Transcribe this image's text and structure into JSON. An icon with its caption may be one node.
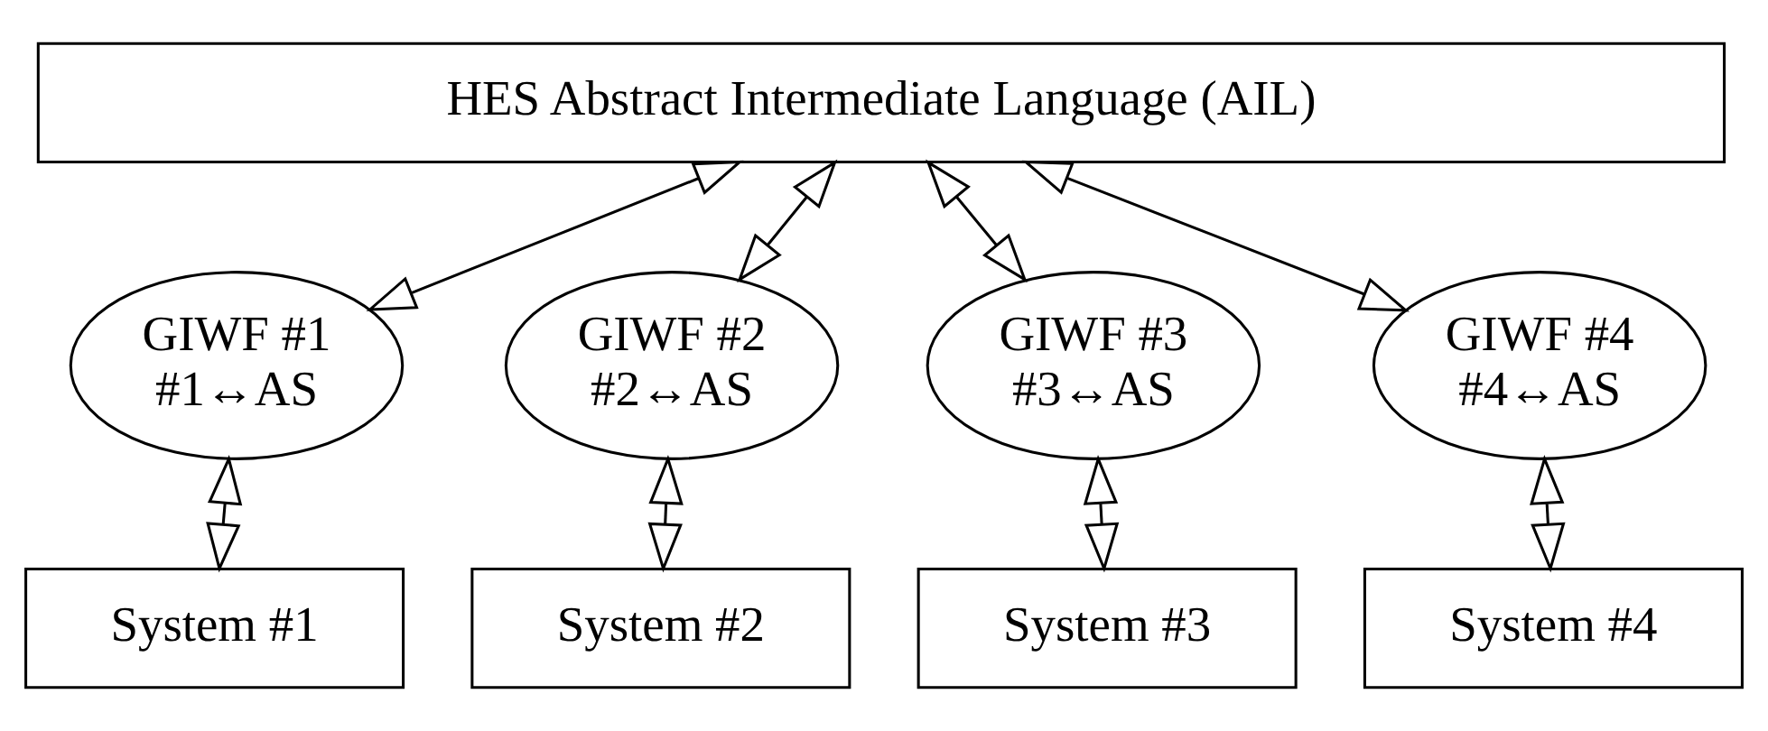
{
  "diagram": {
    "nodes": [
      {
        "text": [
          "HES Abstract Intermediate Language (AIL)"
        ]
      },
      {
        "text": [
          "GIWF #1",
          "#1↔AS"
        ]
      },
      {
        "text": [
          "GIWF #2",
          "#2↔AS"
        ]
      },
      {
        "text": [
          "GIWF #3",
          "#3↔AS"
        ]
      },
      {
        "text": [
          "GIWF #4",
          "#4↔AS"
        ]
      },
      {
        "text": [
          "System #1"
        ]
      },
      {
        "text": [
          "System #2"
        ]
      },
      {
        "text": [
          "System #3"
        ]
      },
      {
        "text": [
          "System #4"
        ]
      }
    ],
    "edges": [
      {
        "from": 0,
        "to": 1,
        "arrow": "both"
      },
      {
        "from": 0,
        "to": 2,
        "arrow": "both"
      },
      {
        "from": 0,
        "to": 3,
        "arrow": "both"
      },
      {
        "from": 0,
        "to": 4,
        "arrow": "both"
      },
      {
        "from": 1,
        "to": 5,
        "arrow": "both"
      },
      {
        "from": 2,
        "to": 6,
        "arrow": "both"
      },
      {
        "from": 3,
        "to": 7,
        "arrow": "both"
      },
      {
        "from": 4,
        "to": 8,
        "arrow": "both"
      }
    ]
  }
}
